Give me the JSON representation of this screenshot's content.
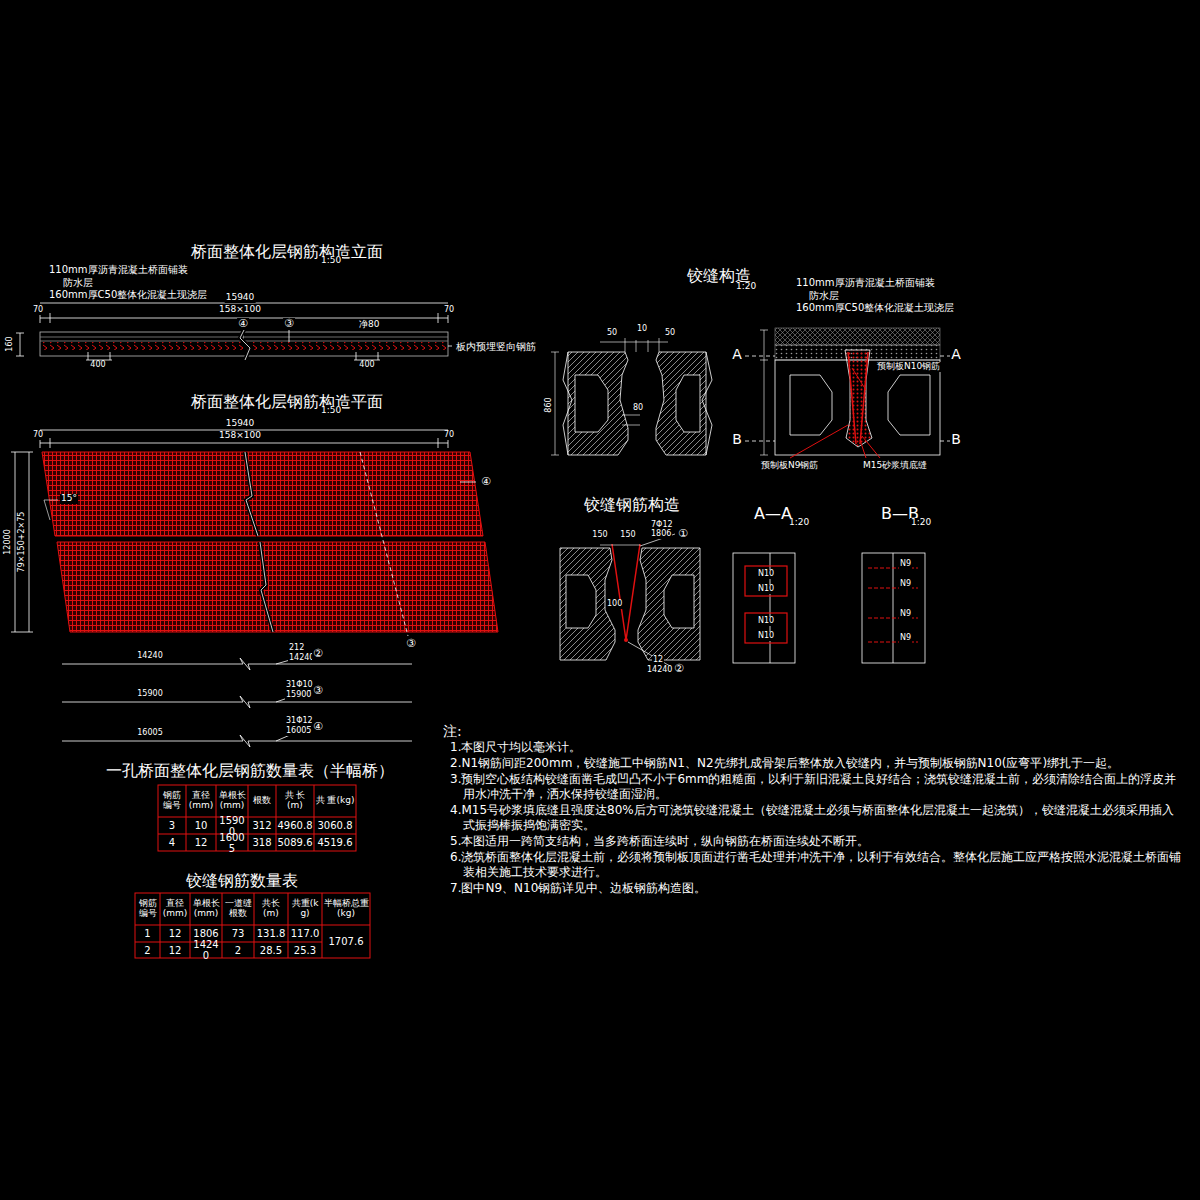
{
  "diagram": {
    "labels": [
      "桥面整体化层钢筋构造立面",
      "1:50",
      "110mm厚沥青混凝土桥面铺装",
      "防水层",
      "160mm厚C50整体化混凝土现浇层",
      "15940",
      "158×100",
      "70",
      "70",
      "④",
      "③",
      "净80",
      "160",
      "400",
      "400",
      "板内预埋竖向钢筋",
      "桥面整体化层钢筋构造平面",
      "1:50",
      "15940",
      "158×100",
      "70",
      "70",
      "15°",
      "12000",
      "79×150+2×75",
      "④",
      "③",
      "14240",
      "212",
      "14240",
      "②",
      "15900",
      "31Φ10",
      "15900",
      "③",
      "16005",
      "31Φ12",
      "16005",
      "④",
      "一孔桥面整体化层钢筋数量表（半幅桥）",
      "钢筋编号",
      "直径(mm)",
      "单根长(mm)",
      "根数",
      "共 长(m)",
      "共 重(kg)",
      "3",
      "10",
      "15900",
      "312",
      "4960.8",
      "3060.8",
      "4",
      "12",
      "16005",
      "318",
      "5089.6",
      "4519.6",
      "铰缝钢筋数量表",
      "钢筋编号",
      "直径(mm)",
      "单根长(mm)",
      "一道缝根数",
      "共长(m)",
      "共重(kg)",
      "半幅桥总重(kg)",
      "1",
      "12",
      "1806",
      "73",
      "131.8",
      "117.0",
      "1707.6",
      "2",
      "12",
      "14240",
      "2",
      "28.5",
      "25.3",
      "铰缝构造",
      "1:20",
      "50",
      "50",
      "10",
      "860",
      "80",
      "110mm厚沥青混凝土桥面铺装",
      "防水层",
      "160mm厚C50整体化混凝土现浇层",
      "A",
      "A",
      "B",
      "B",
      "预制板N10钢筋",
      "预制板N9钢筋",
      "M15砂浆填底缝",
      "铰缝钢筋构造",
      "150",
      "150",
      "7Φ12",
      "1806",
      "①",
      "100",
      "12",
      "14240",
      "②",
      "A—A",
      "1:20",
      "B—B",
      "1:20",
      "N10",
      "N10",
      "N10",
      "N10",
      "N9",
      "N9",
      "N9",
      "N9",
      "注:",
      "1.本图尺寸均以毫米计。",
      "2.N1钢筋间距200mm，铰缝施工中钢筋N1、N2先绑扎成骨架后整体放入铰缝内，并与预制板钢筋N10(应弯平)绑扎于一起。",
      "3.预制空心板结构铰缝面凿毛成凹凸不小于6mm的粗糙面，以利于新旧混凝土良好结合；浇筑铰缝混凝土前，必须清除结合面上的浮皮并用水冲洗干净，洒水保持铰缝面湿润。",
      "4.M15号砂浆填底缝且强度达80%后方可浇筑铰缝混凝土（铰缝混凝土必须与桥面整体化层混凝土一起浇筑），铰缝混凝土必须采用插入式振捣棒振捣饱满密实。",
      "5.本图适用一跨简支结构，当多跨桥面连续时，纵向钢筋在桥面连续处不断开。",
      "6.浇筑桥面整体化层混凝土前，必须将预制板顶面进行凿毛处理并冲洗干净，以利于有效结合。整体化层施工应严格按照水泥混凝土桥面铺装相关施工技术要求进行。",
      "7.图中N9、N10钢筋详见中、边板钢筋构造图。"
    ]
  }
}
